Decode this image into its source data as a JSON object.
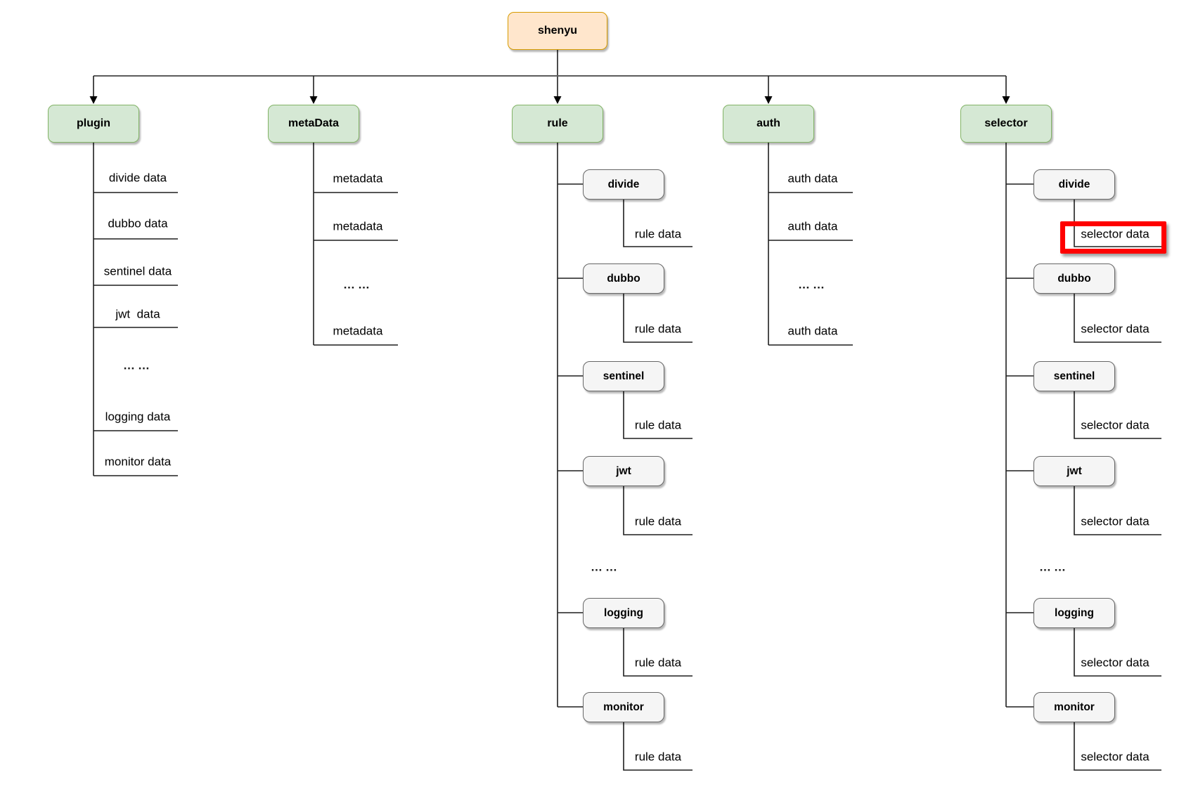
{
  "root": {
    "label": "shenyu"
  },
  "branches": [
    {
      "label": "plugin",
      "items": [
        "divide data",
        "dubbo data",
        "sentinel data",
        "jwt  data",
        "……",
        "logging data",
        "monitor data"
      ]
    },
    {
      "label": "metaData",
      "items": [
        "metadata",
        "metadata",
        "……",
        "metadata"
      ]
    },
    {
      "label": "rule",
      "ellipsis": "……",
      "children": [
        {
          "name": "divide",
          "leaf": "rule data"
        },
        {
          "name": "dubbo",
          "leaf": "rule data"
        },
        {
          "name": "sentinel",
          "leaf": "rule data"
        },
        {
          "name": "jwt",
          "leaf": "rule data"
        },
        {
          "name": "logging",
          "leaf": "rule data"
        },
        {
          "name": "monitor",
          "leaf": "rule data"
        }
      ]
    },
    {
      "label": "auth",
      "items": [
        "auth data",
        "auth data",
        "……",
        "auth data"
      ]
    },
    {
      "label": "selector",
      "ellipsis": "……",
      "highlighted_leaf": "selector data",
      "children": [
        {
          "name": "divide",
          "leaf": "selector data"
        },
        {
          "name": "dubbo",
          "leaf": "selector data"
        },
        {
          "name": "sentinel",
          "leaf": "selector data"
        },
        {
          "name": "jwt",
          "leaf": "selector data"
        },
        {
          "name": "logging",
          "leaf": "selector data"
        },
        {
          "name": "monitor",
          "leaf": "selector data"
        }
      ]
    }
  ],
  "colors": {
    "root_fill": "#ffe6cc",
    "root_stroke": "#d79b00",
    "branch_fill": "#d5e8d4",
    "branch_stroke": "#82b366",
    "node_fill": "#f5f5f5",
    "node_stroke": "#666666",
    "line": "#1f1f1f",
    "highlight": "#ff0000"
  }
}
